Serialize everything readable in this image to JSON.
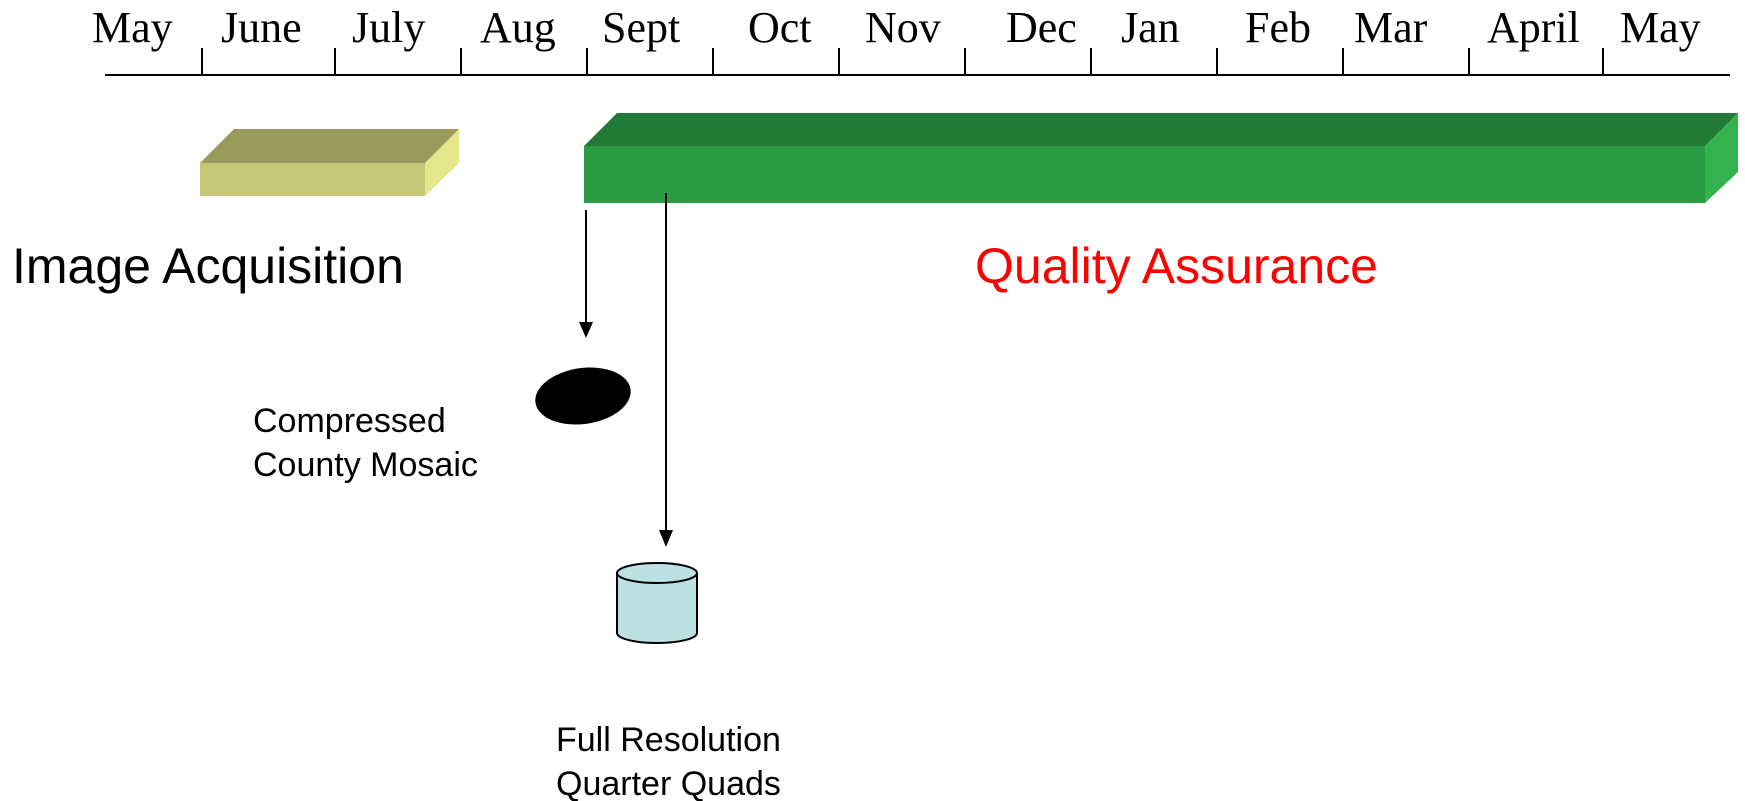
{
  "timeline": {
    "months": [
      "May",
      "June",
      "July",
      "Aug",
      "Sept",
      "Oct",
      "Nov",
      "Dec",
      "Jan",
      "Feb",
      "Mar",
      "April",
      "May"
    ]
  },
  "phases": {
    "image_acquisition": {
      "label": "Image Acquisition",
      "label_color": "#000000",
      "bar_colors": {
        "front": "#c5c776",
        "top": "#9a9a5c",
        "side": "#e3e68a"
      }
    },
    "quality_assurance": {
      "label": "Quality Assurance",
      "label_color": "#ff0000",
      "bar_colors": {
        "front": "#2b9c44",
        "top": "#217a35",
        "side": "#33b24f"
      }
    }
  },
  "products": {
    "compressed_county_mosaic": {
      "line1": "Compressed",
      "line2": "County Mosaic",
      "icon": "ellipse-icon",
      "icon_color": "#000000"
    },
    "full_resolution_quarter_quads": {
      "line1": "Full Resolution",
      "line2": "Quarter Quads",
      "icon": "cylinder-icon",
      "icon_color": "#bde0e3"
    }
  }
}
